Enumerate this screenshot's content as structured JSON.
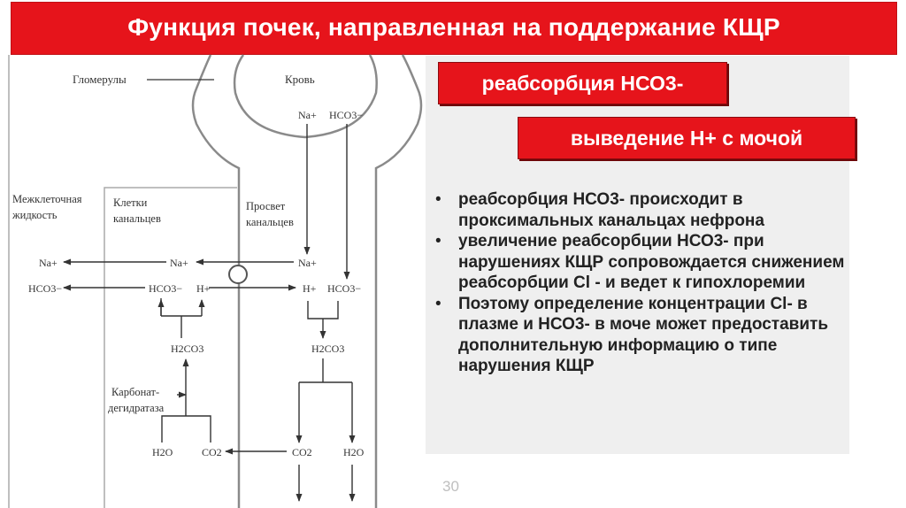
{
  "slide": {
    "title": "Функция почек, направленная на поддержание КЩР",
    "page_number": "30"
  },
  "diagram": {
    "labels": {
      "glomeruli": "Гломерулы",
      "blood": "Кровь",
      "interstitial_1": "Межклеточная",
      "interstitial_2": "жидкость",
      "cells_1": "Клетки",
      "cells_2": "канальцев",
      "lumen_1": "Просвет",
      "lumen_2": "канальцев",
      "enzyme_1": "Карбонат-",
      "enzyme_2": "дегидратаза"
    },
    "species": {
      "na_plus": "Na+",
      "hco3_minus": "HCO3−",
      "h_plus": "H+",
      "h2co3": "H2CO3",
      "h2o": "H2O",
      "co2": "CO2"
    }
  },
  "boxes": {
    "reabsorption": "реабсорбция НСО3-",
    "excretion": "выведение Н+ с мочой"
  },
  "bullets": [
    "реабсорбция НСО3- происходит  в проксимальных канальцах нефрона",
    "увеличение реабсорбции НСО3- при нарушениях КЩР сопровождается снижением реабсорбции Cl - и ведет к гипохлоремии",
    "Поэтому определение концентрации Cl- в плазме и НСО3- в моче может предоставить дополнительную информацию о типе нарушения КЩР"
  ],
  "colors": {
    "accent_red": "#e6141b",
    "panel_gray": "#efefef"
  }
}
